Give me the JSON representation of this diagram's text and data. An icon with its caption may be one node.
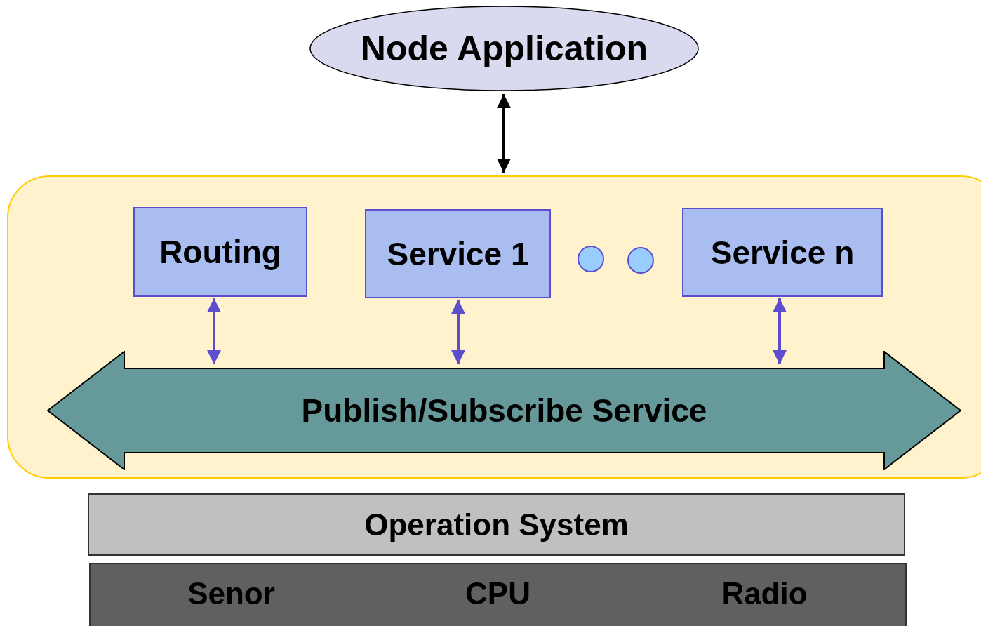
{
  "diagram": {
    "nodes": [
      {
        "text": [
          "Node Application"
        ]
      },
      {
        "text": [],
        "shape": "box"
      },
      {
        "text": [
          "Routing"
        ],
        "in": 1
      },
      {
        "text": [
          "Service 1"
        ],
        "in": 1
      },
      {
        "text": [],
        "shape": "circle",
        "in": 1
      },
      {
        "text": [],
        "shape": "circle",
        "in": 1
      },
      {
        "text": [
          "Service n"
        ],
        "in": 1
      },
      {
        "text": [
          "Publish/Subscribe Service"
        ],
        "in": 1
      },
      {
        "text": [
          "Operation System"
        ]
      },
      {
        "text": [
          "Senor",
          "CPU",
          "Radio"
        ]
      }
    ],
    "edges": [
      {
        "from": 0,
        "to": 1,
        "arrow": "both",
        "color": "#000000"
      },
      {
        "from": 2,
        "to": 7,
        "arrow": "both"
      },
      {
        "from": 3,
        "to": 7,
        "arrow": "both"
      },
      {
        "from": 6,
        "to": 7,
        "arrow": "both"
      }
    ]
  }
}
